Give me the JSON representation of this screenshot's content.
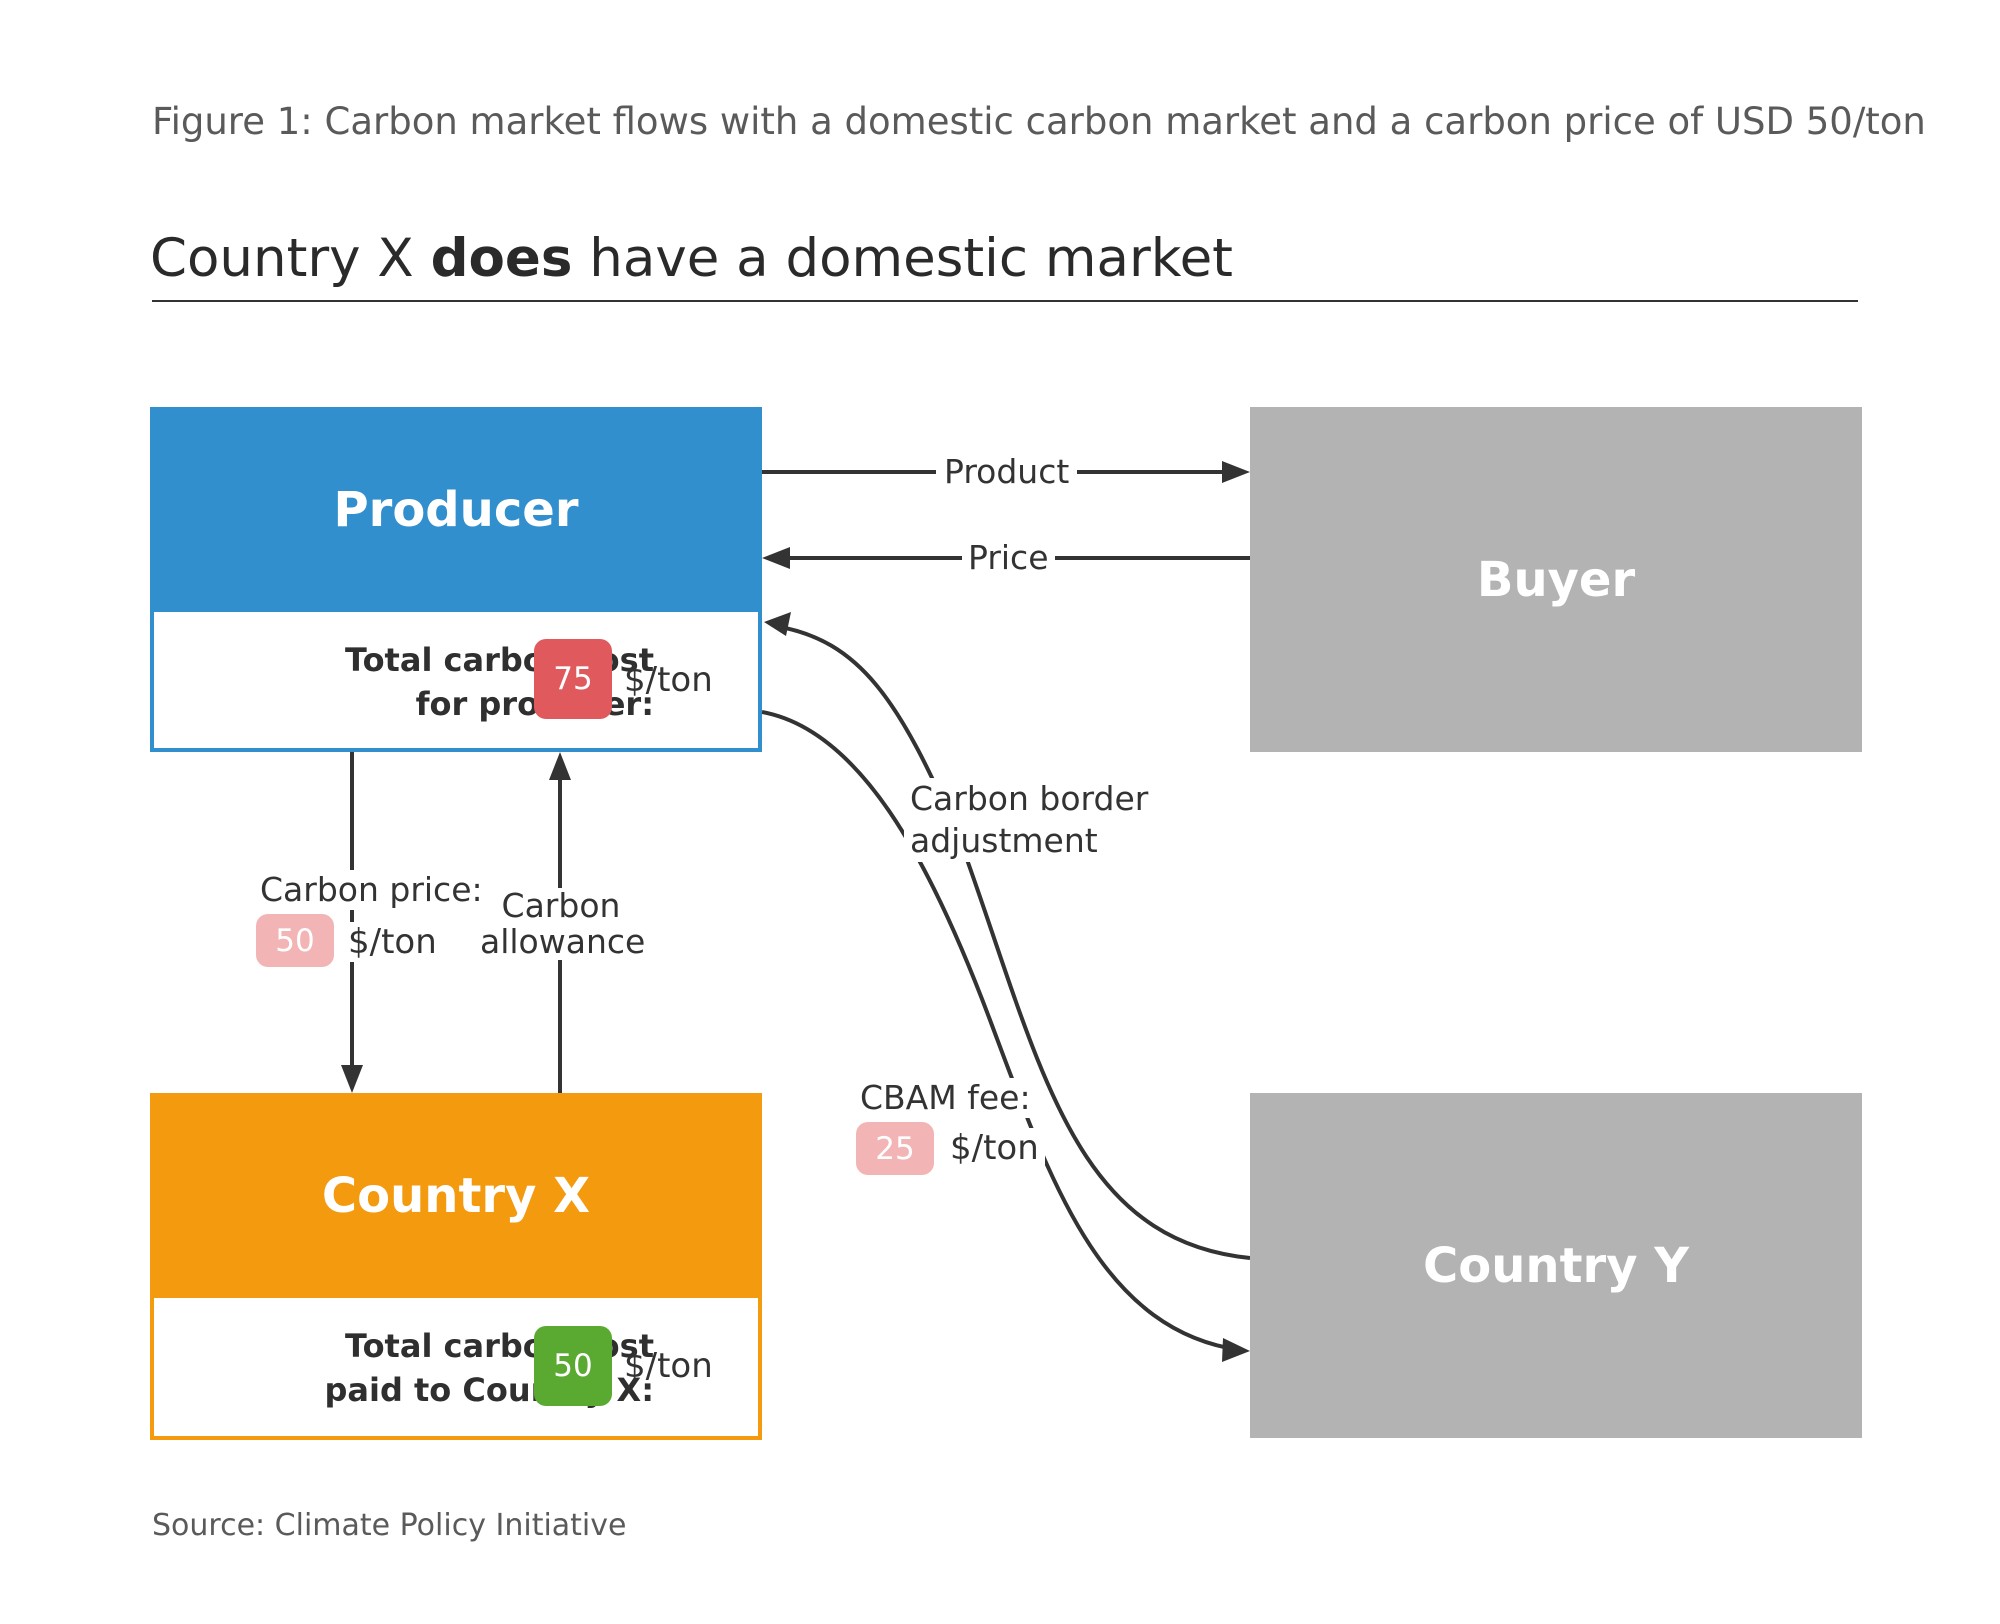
{
  "figure_title": "Figure 1: Carbon market flows with a domestic carbon market and a carbon price of USD 50/ton",
  "heading": {
    "pre": "Country X ",
    "bold": "does",
    "post": " have a domestic market"
  },
  "nodes": {
    "producer": {
      "title": "Producer",
      "cost_line1": "Total carbon cost",
      "cost_line2": "for producer:",
      "value": "75",
      "unit": "$/ton",
      "color": "#318fce",
      "value_color": "#e05a5d"
    },
    "buyer": {
      "title": "Buyer",
      "color": "#b4b3b3"
    },
    "country_x": {
      "title": "Country X",
      "cost_line1": "Total carbon cost",
      "cost_line2": "paid to Country X:",
      "value": "50",
      "unit": "$/ton",
      "color": "#f39a0e",
      "value_color": "#5aaa32"
    },
    "country_y": {
      "title": "Country Y",
      "color": "#b4b3b3"
    }
  },
  "edges": {
    "product": "Product",
    "price": "Price",
    "carbon_price": {
      "label": "Carbon price:",
      "value": "50",
      "unit": "$/ton"
    },
    "carbon_allowance": {
      "line1": "Carbon",
      "line2": "allowance"
    },
    "carbon_border_adjustment": {
      "line1": "Carbon border",
      "line2": "adjustment"
    },
    "cbam_fee": {
      "label": "CBAM fee:",
      "value": "25",
      "unit": "$/ton"
    }
  },
  "source": "Source: Climate Policy Initiative"
}
